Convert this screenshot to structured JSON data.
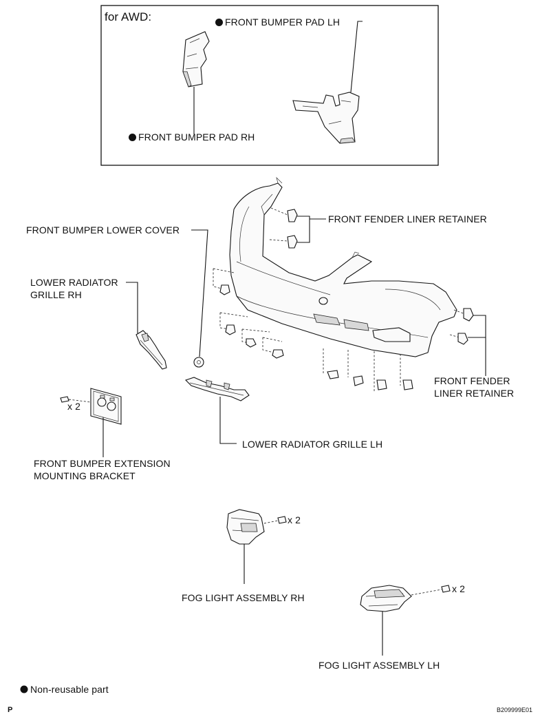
{
  "inset": {
    "header": "for AWD:",
    "pad_lh": "FRONT BUMPER PAD LH",
    "pad_rh": "FRONT BUMPER PAD RH"
  },
  "labels": {
    "fender_retainer_top": "FRONT FENDER LINER RETAINER",
    "lower_cover": "FRONT BUMPER LOWER COVER",
    "grille_rh_line1": "LOWER RADIATOR",
    "grille_rh_line2": "GRILLE RH",
    "fender_retainer_side_line1": "FRONT FENDER",
    "fender_retainer_side_line2": "LINER RETAINER",
    "bracket_qty": "x 2",
    "grille_lh": "LOWER RADIATOR GRILLE LH",
    "bracket_line1": "FRONT BUMPER EXTENSION",
    "bracket_line2": "MOUNTING BRACKET",
    "fog_rh_qty": "x 2",
    "fog_rh": "FOG LIGHT ASSEMBLY RH",
    "fog_lh_qty": "x 2",
    "fog_lh": "FOG LIGHT ASSEMBLY LH"
  },
  "legend": {
    "non_reusable": "Non-reusable part"
  },
  "footer": {
    "left_code": "P",
    "figure_id": "B209999E01"
  }
}
